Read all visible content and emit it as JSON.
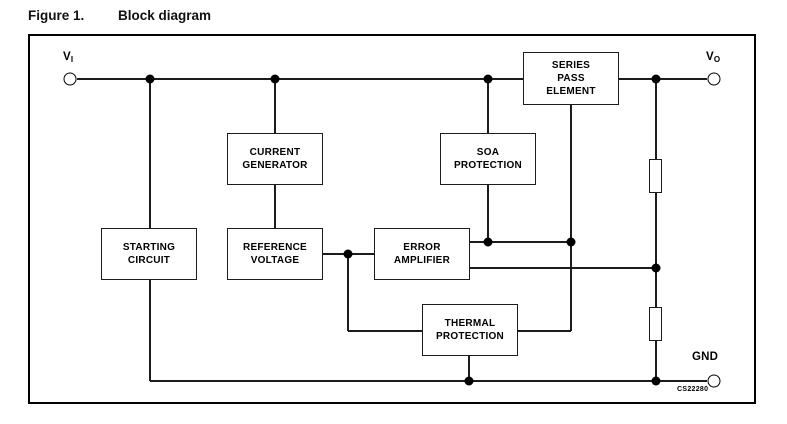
{
  "title": {
    "figure_label": "Figure 1.",
    "figure_caption": "Block diagram"
  },
  "diagram": {
    "terminals": {
      "vi": {
        "base": "V",
        "sub": "I"
      },
      "vo": {
        "base": "V",
        "sub": "O"
      },
      "gnd": {
        "label": "GND"
      }
    },
    "blocks": {
      "series_pass": {
        "label": "SERIES\nPASS\nELEMENT"
      },
      "current_generator": {
        "label": "CURRENT\nGENERATOR"
      },
      "soa_protection": {
        "label": "SOA\nPROTECTION"
      },
      "starting_circuit": {
        "label": "STARTING\nCIRCUIT"
      },
      "reference_voltage": {
        "label": "REFERENCE\nVOLTAGE"
      },
      "error_amplifier": {
        "label": "ERROR\nAMPLIFIER"
      },
      "thermal_protection": {
        "label": "THERMAL\nPROTECTION"
      }
    },
    "components": {
      "resistor_top": "output divider resistor (upper)",
      "resistor_bottom": "output divider resistor (lower)"
    },
    "code_label": "CS22280",
    "colors": {
      "line": "#1c1c1c",
      "background": "#ffffff",
      "text": "#000000"
    }
  }
}
